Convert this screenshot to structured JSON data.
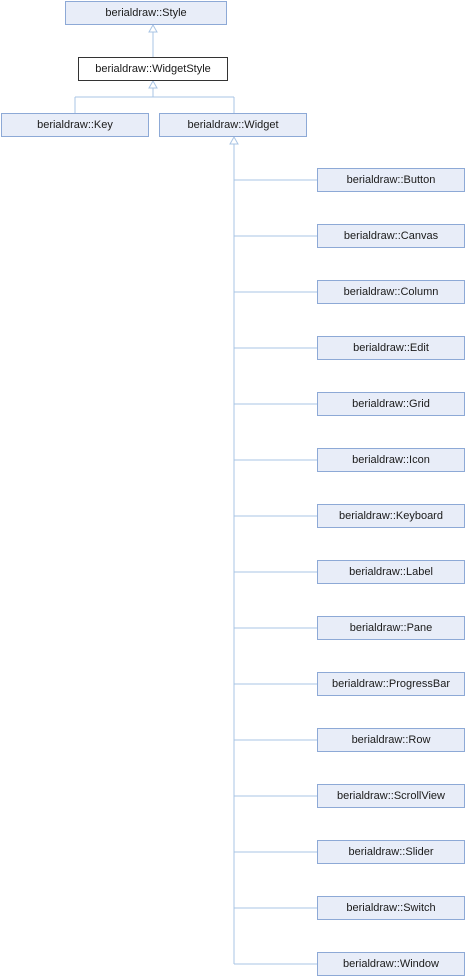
{
  "diagram": {
    "type": "class-inheritance",
    "nodes": {
      "style": "berialdraw::Style",
      "widget_style": "berialdraw::WidgetStyle",
      "key": "berialdraw::Key",
      "widget": "berialdraw::Widget"
    },
    "widget_subclasses": [
      "berialdraw::Button",
      "berialdraw::Canvas",
      "berialdraw::Column",
      "berialdraw::Edit",
      "berialdraw::Grid",
      "berialdraw::Icon",
      "berialdraw::Keyboard",
      "berialdraw::Label",
      "berialdraw::Pane",
      "berialdraw::ProgressBar",
      "berialdraw::Row",
      "berialdraw::ScrollView",
      "berialdraw::Slider",
      "berialdraw::Switch",
      "berialdraw::Window"
    ],
    "colors": {
      "node_fill": "#e8edf8",
      "node_border": "#8da9d6",
      "current_node_border": "#333333",
      "edge": "#a9c4e4"
    }
  }
}
